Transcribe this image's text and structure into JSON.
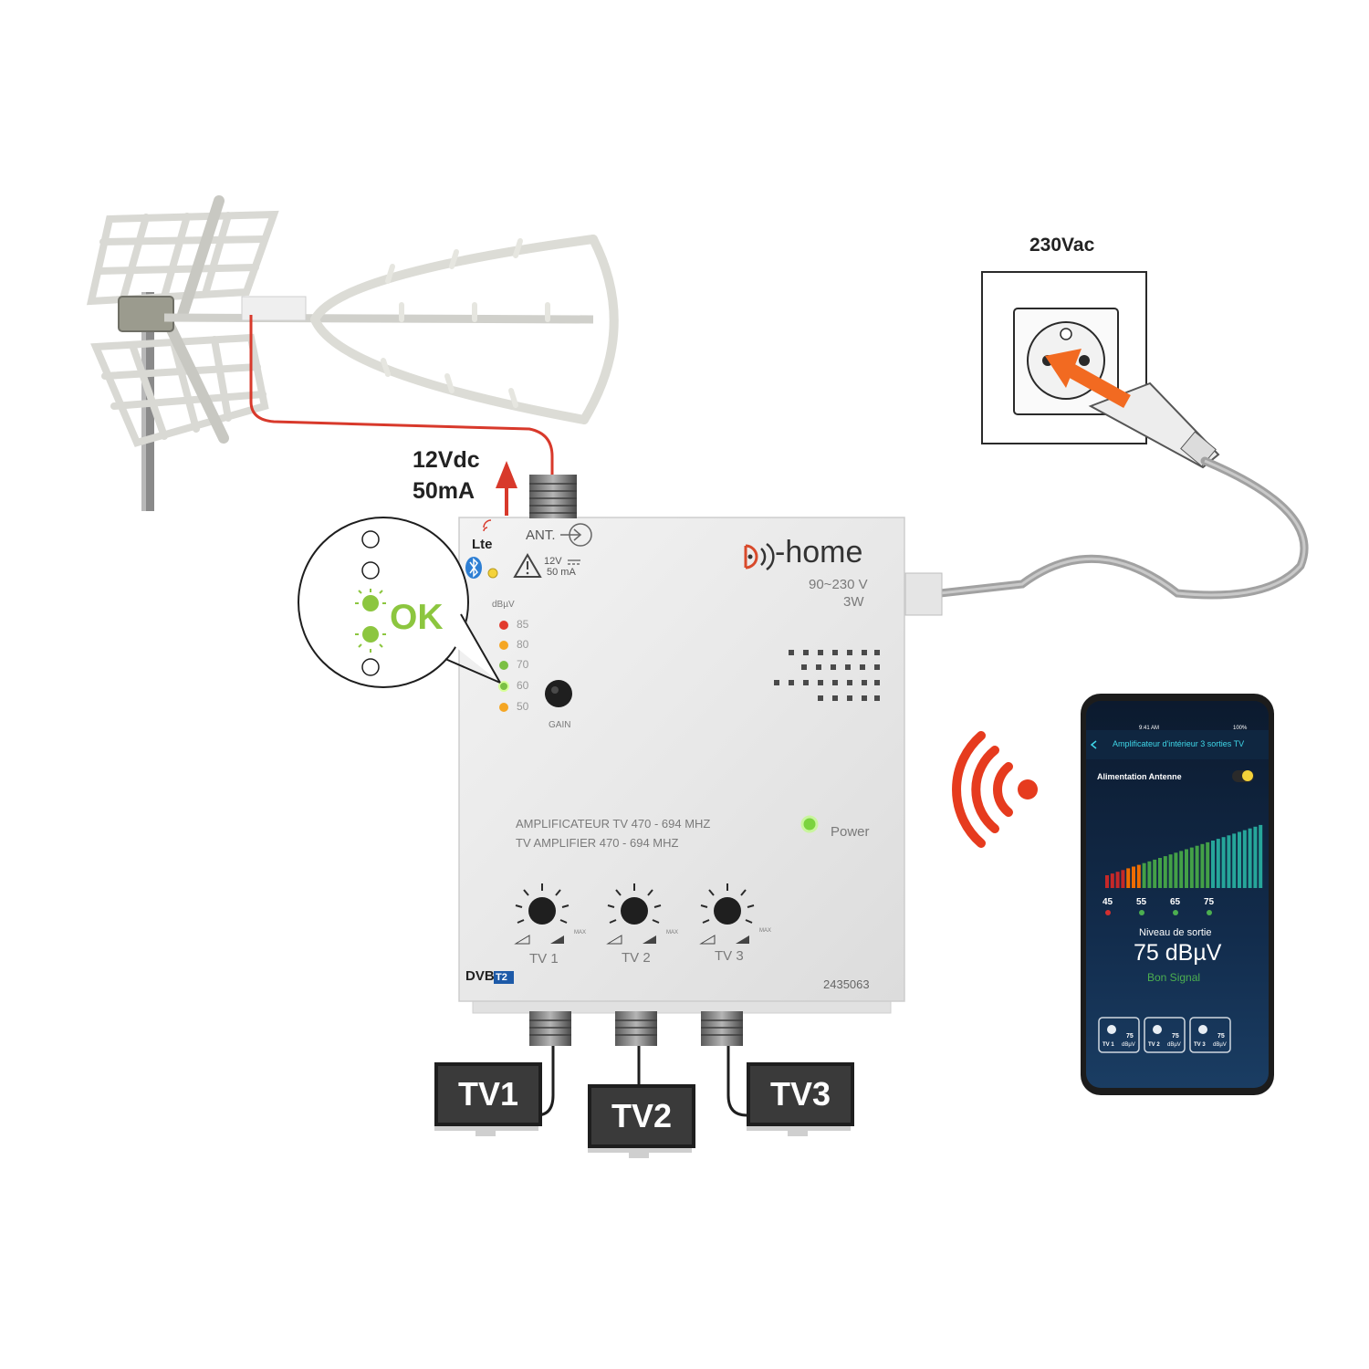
{
  "colors": {
    "cable_red": "#d8392b",
    "cable_grey": "#9a9a9a",
    "arrow_orange": "#f26a21",
    "wifi_red": "#e63b1e",
    "ok_green": "#8cc63f",
    "phone_bg": "#0c1e35",
    "phone_accent": "#3fd7e8"
  },
  "labels": {
    "power_supply": "230Vac",
    "dc_voltage": "12Vdc",
    "dc_current": "50mA",
    "ok": "OK"
  },
  "device": {
    "ant_label": "ANT.",
    "lte": "Lte",
    "warn_volt": "12V",
    "warn_current": "50  mA",
    "brand": "-home",
    "voltage": "90~230 V",
    "wattage": "3W",
    "dbuv_unit": "dBµV",
    "level_scale": [
      "85",
      "80",
      "70",
      "60",
      "50"
    ],
    "gain_label": "GAIN",
    "title_fr": "AMPLIFICATEUR TV 470 - 694 MHZ",
    "title_en": "TV AMPLIFIER 470 - 694 MHZ",
    "power_label": "Power",
    "knobs": [
      "TV 1",
      "TV 2",
      "TV 3"
    ],
    "knob_max": "MAX",
    "dvb_logo": "DVB",
    "dvb_t2": "T2",
    "model": "2435063"
  },
  "tv_outputs": [
    "TV1",
    "TV2",
    "TV3"
  ],
  "phone": {
    "time": "9:41 AM",
    "battery": "100%",
    "header": "Amplificateur d'intérieur 3 sorties TV",
    "toggle_label": "Alimentation Antenne",
    "scale": [
      "45",
      "55",
      "65",
      "75"
    ],
    "output_label": "Niveau de sortie",
    "output_value": "75 dBµV",
    "status": "Bon Signal",
    "channels": [
      {
        "name": "TV 1",
        "level": "75",
        "unit": "dBµV"
      },
      {
        "name": "TV 2",
        "level": "75",
        "unit": "dBµV"
      },
      {
        "name": "TV 3",
        "level": "75",
        "unit": "dBµV"
      }
    ]
  }
}
